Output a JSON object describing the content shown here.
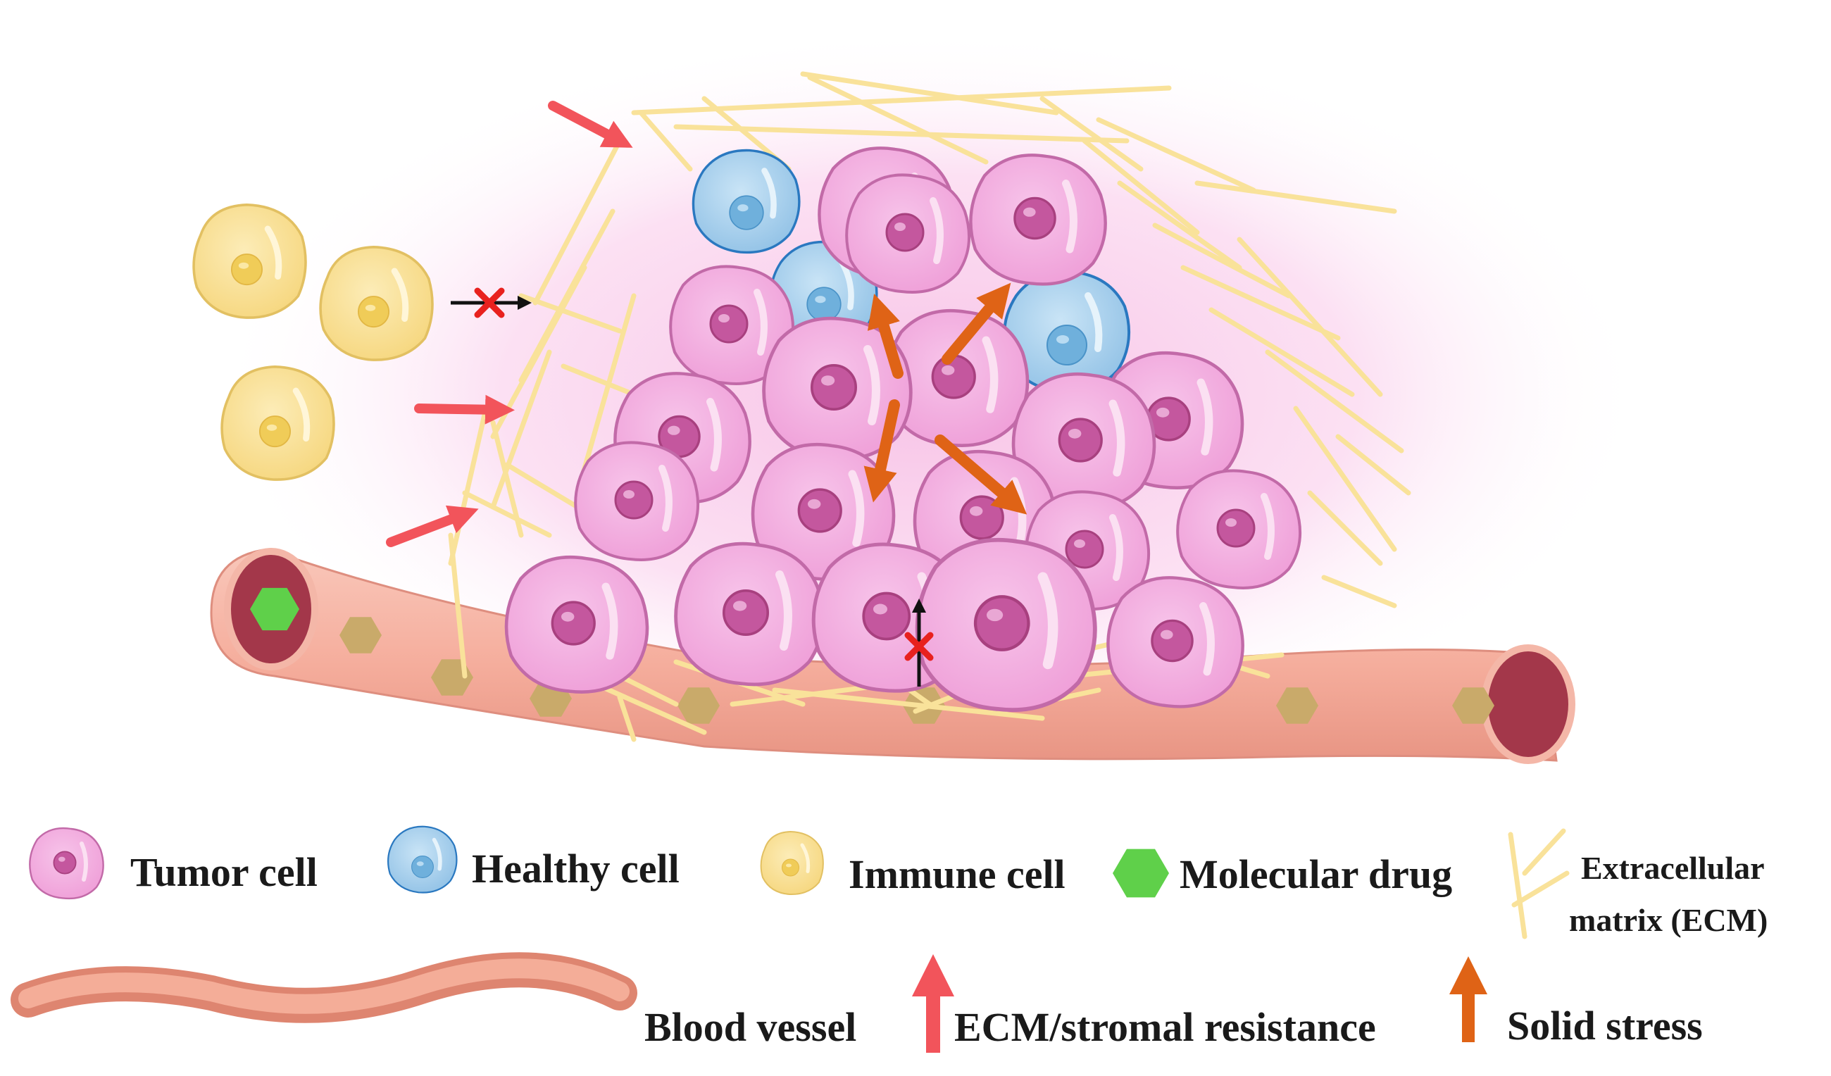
{
  "legend": {
    "tumor_cell": "Tumor cell",
    "healthy_cell": "Healthy cell",
    "immune_cell": "Immune cell",
    "molecular_drug": "Molecular drug",
    "ecm_line1": "Extracellular",
    "ecm_line2": "matrix (ECM)",
    "blood_vessel": "Blood vessel",
    "ecm_resistance": "ECM/stromal resistance",
    "solid_stress": "Solid stress"
  },
  "colors": {
    "tumor_fill": "#f2a9df",
    "tumor_stroke": "#c76ab0",
    "tumor_nucleus": "#c0559c",
    "healthy_fill": "#a9d2ec",
    "healthy_stroke": "#2f7dc4",
    "immune_fill": "#f8df93",
    "immune_stroke": "#e0bf55",
    "drug": "#5fd04a",
    "drug_particle": "#c9aa6a",
    "vessel": "#f6b2a2",
    "vessel_lumen": "#a3374a",
    "ecm_fiber": "#f9e29a",
    "ecm_arrow": "#f2545b",
    "stress_arrow": "#df6316",
    "halo": "#fbd4ee"
  },
  "icons": [
    "tumor-cell-icon",
    "healthy-cell-icon",
    "immune-cell-icon",
    "molecular-drug-icon",
    "ecm-fiber-icon",
    "blood-vessel-icon",
    "ecm-resistance-arrow-icon",
    "solid-stress-arrow-icon",
    "blocked-cross-icon"
  ]
}
